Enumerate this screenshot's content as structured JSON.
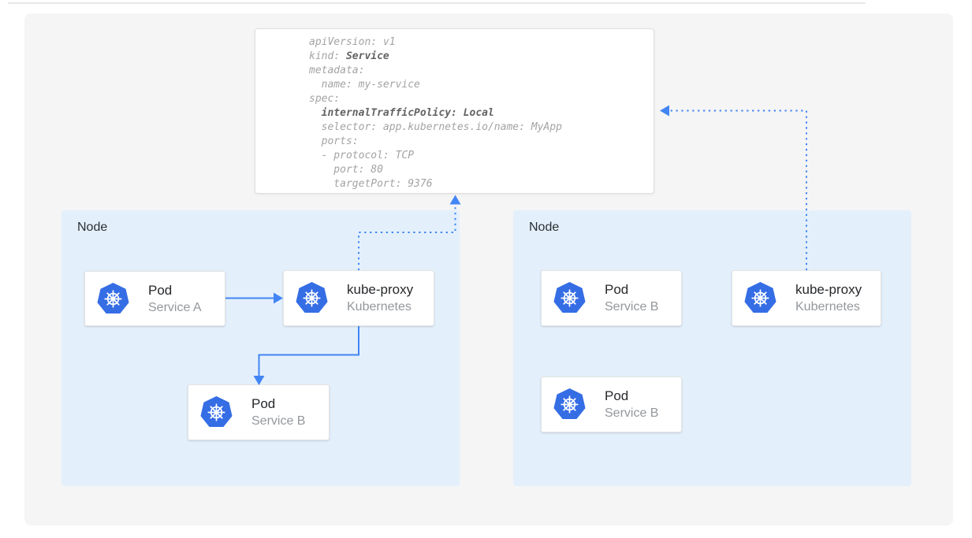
{
  "yaml_card": {
    "lines": [
      {
        "p1": "apiVersion: v1"
      },
      {
        "p1": "kind: ",
        "b1": "Service"
      },
      {
        "p1": "metadata:"
      },
      {
        "p1": "  name: my-service"
      },
      {
        "p1": "spec:"
      },
      {
        "p1": "  ",
        "b1": "internalTrafficPolicy: Local"
      },
      {
        "p1": "  selector: app.kubernetes.io/name: MyApp"
      },
      {
        "p1": "  ports:"
      },
      {
        "p1": "  - protocol: TCP"
      },
      {
        "p1": "    port: 80"
      },
      {
        "p1": "    targetPort: 9376"
      }
    ]
  },
  "nodes": [
    {
      "label": "Node",
      "boxes": [
        {
          "title": "Pod",
          "subtitle": "Service A"
        },
        {
          "title": "kube-proxy",
          "subtitle": "Kubernetes"
        },
        {
          "title": "Pod",
          "subtitle": "Service B"
        }
      ]
    },
    {
      "label": "Node",
      "boxes": [
        {
          "title": "Pod",
          "subtitle": "Service B"
        },
        {
          "title": "kube-proxy",
          "subtitle": "Kubernetes"
        },
        {
          "title": "Pod",
          "subtitle": "Service B"
        }
      ]
    }
  ],
  "colors": {
    "arrow_blue": "#4285f4",
    "kubernetes_blue": "#356de5",
    "node_fill": "#e3f0fc",
    "panel_fill": "#f5f5f6",
    "code_plain": "#a3a3a3",
    "code_bold": "#636363"
  }
}
